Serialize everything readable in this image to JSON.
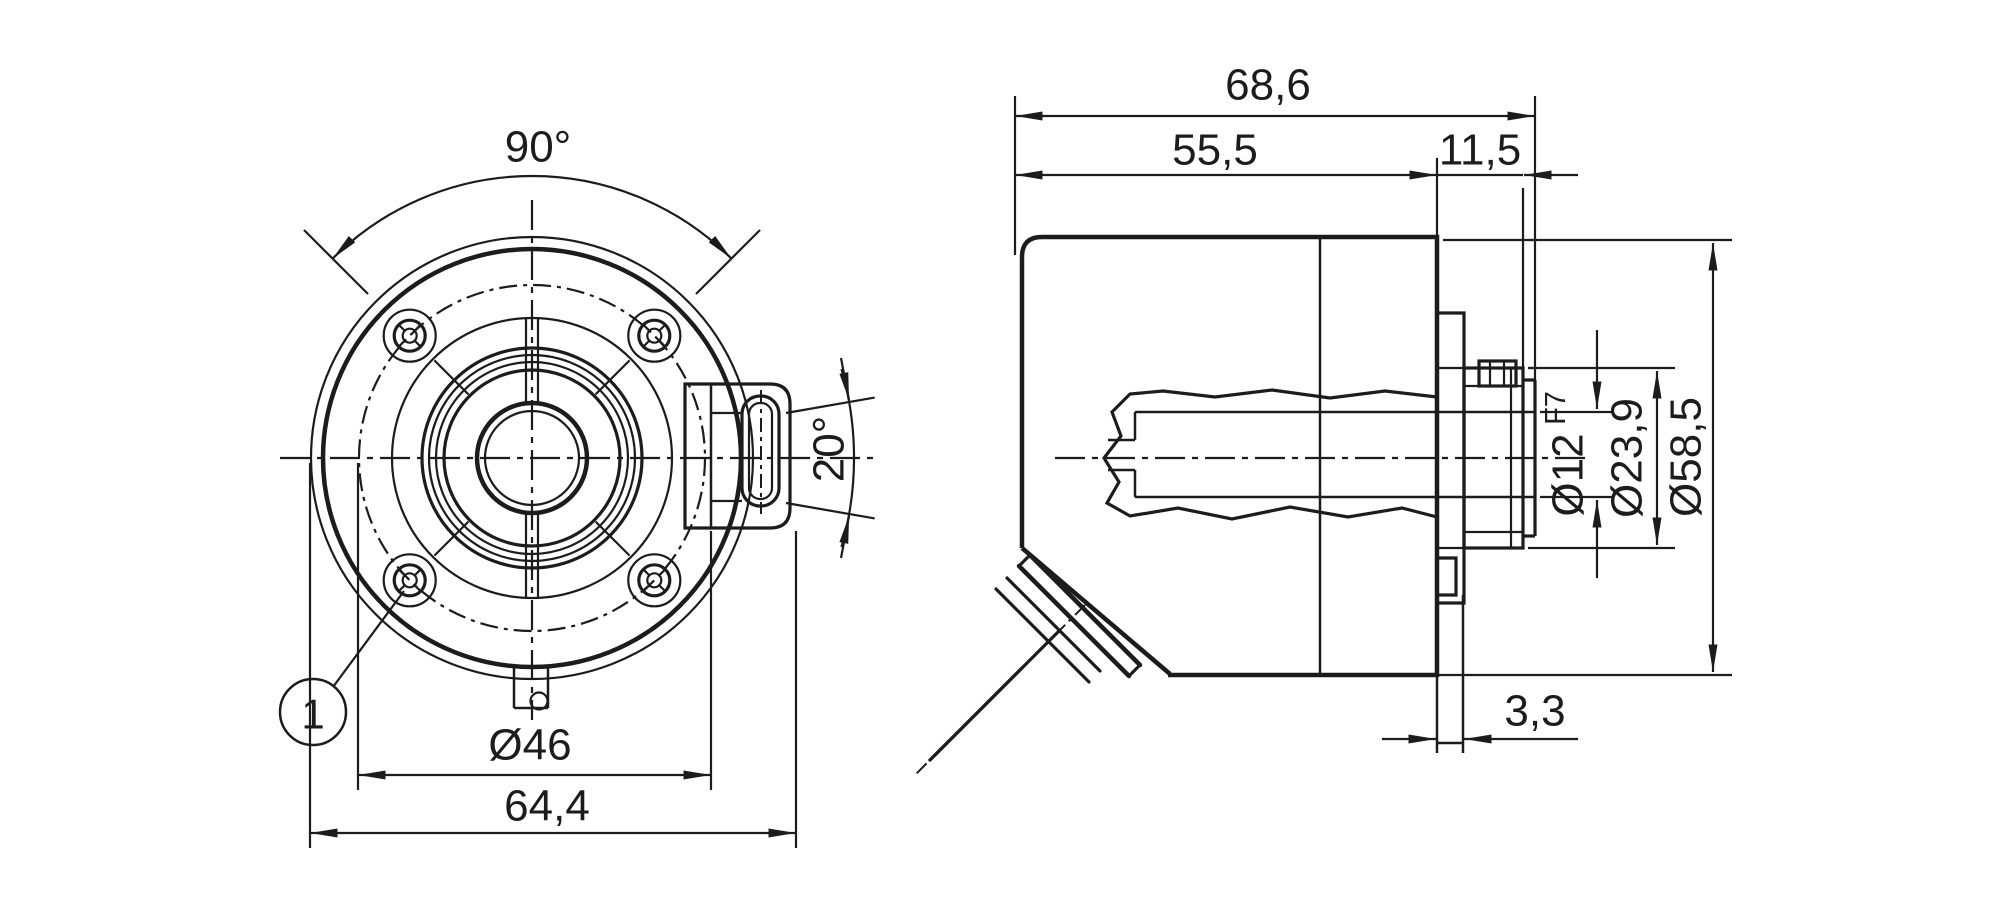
{
  "colors": {
    "line": "#1c1c1c",
    "background": "#ffffff"
  },
  "front_view": {
    "angle_screws_label": "90°",
    "angle_connector_label": "20°",
    "bolt_circle_diameter_label": "Ø46",
    "overall_width_label": "64,4",
    "callout_label": "1"
  },
  "side_view": {
    "overall_length_label": "68,6",
    "housing_length_label": "55,5",
    "shaft_section_length_label": "11,5",
    "tab_width_label": "3,3",
    "bore_diameter_label": "Ø12",
    "bore_fit_label": "F7",
    "clamp_diameter_label": "Ø23,9",
    "housing_diameter_label": "Ø58,5"
  }
}
